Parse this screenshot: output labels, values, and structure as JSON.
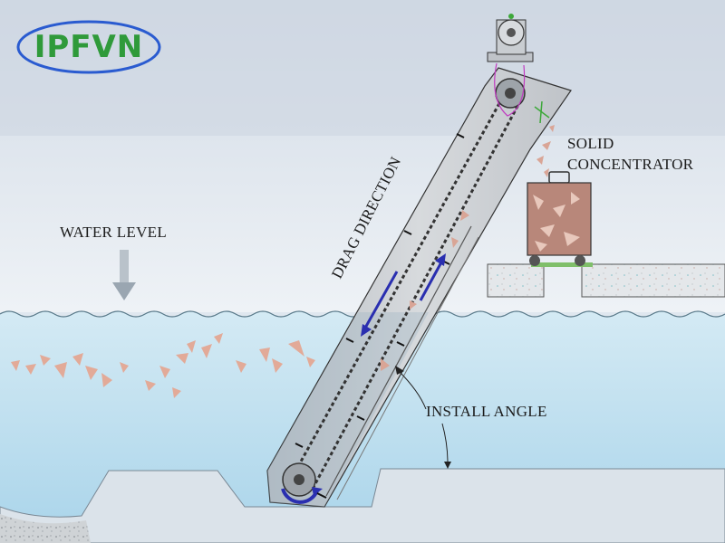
{
  "logo": {
    "text": "IPFVN"
  },
  "labels": {
    "water_level": "WATER LEVEL",
    "drag_direction": "DRAG DIRECTION",
    "solid": "SOLID",
    "concentrator": "CONCENTRATOR",
    "install_angle": "INSTALL ANGLE"
  },
  "colors": {
    "water": "#bfe0f0",
    "sky": "#e2e9f1",
    "conveyor_frame": "#c8ccd1",
    "chain": "#3a3a3a",
    "arrow_blue": "#2a2fb0",
    "debris": "#d9a596",
    "bin": "#b98a7d",
    "logo_green": "#2f9a3a",
    "logo_blue": "#2a5bd0"
  }
}
